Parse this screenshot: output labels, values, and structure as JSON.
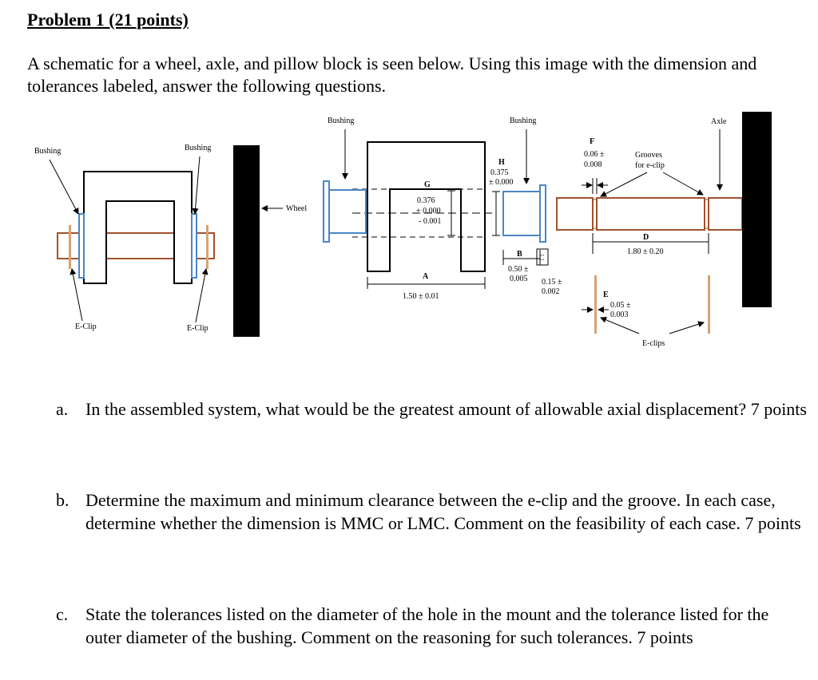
{
  "problem": {
    "title": "Problem 1 (21 points)",
    "intro": "A schematic for a wheel, axle, and pillow block is seen below. Using this image with the dimension and tolerances labeled, answer the following questions."
  },
  "diagram": {
    "colors": {
      "bushing": "#4a86c8",
      "eclip": "#d4a373",
      "axle": "#a0522d",
      "wall": "#000000"
    },
    "labels": {
      "bushing_left": "Bushing",
      "bushing_mid": "Bushing",
      "bushing_top1": "Bushing",
      "bushing_top2": "Bushing",
      "eclip_left": "E-Clip",
      "eclip_mid": "E-Clip",
      "wheel": "Wheel",
      "axle": "Axle",
      "grooves_1": "Grooves",
      "grooves_2": "for e-clip",
      "eclips": "E-clips"
    },
    "dims": {
      "A": {
        "letter": "A",
        "value": "1.50 ± 0.01"
      },
      "B": {
        "letter": "B",
        "value1": "0.50 ±",
        "value2": "0.005"
      },
      "C": {
        "value1": "0.15 ±",
        "value2": "0.002"
      },
      "D": {
        "letter": "D",
        "value": "1.80 ± 0.20"
      },
      "E": {
        "letter": "E",
        "value1": "0.05 ±",
        "value2": "0.003"
      },
      "F": {
        "letter": "F",
        "value1": "0.06 ±",
        "value2": "0.008"
      },
      "G": {
        "letter": "G",
        "value1": "0.376",
        "value2": "+ 0.000",
        "value3": "- 0.001"
      },
      "H": {
        "letter": "H",
        "value1": "0.375",
        "value2": "± 0.000"
      }
    }
  },
  "questions": [
    {
      "label": "a.",
      "text": "In the assembled system, what would be the greatest amount of allowable axial displacement? 7 points"
    },
    {
      "label": "b.",
      "text": "Determine the maximum and minimum clearance between the e-clip and the groove. In each case, determine whether the dimension is MMC or LMC. Comment on the feasibility of each case. 7 points"
    },
    {
      "label": "c.",
      "text": "State the tolerances listed on the diameter of the hole in the mount and the tolerance listed for the outer diameter of the bushing. Comment on the reasoning for such tolerances. 7 points"
    }
  ]
}
